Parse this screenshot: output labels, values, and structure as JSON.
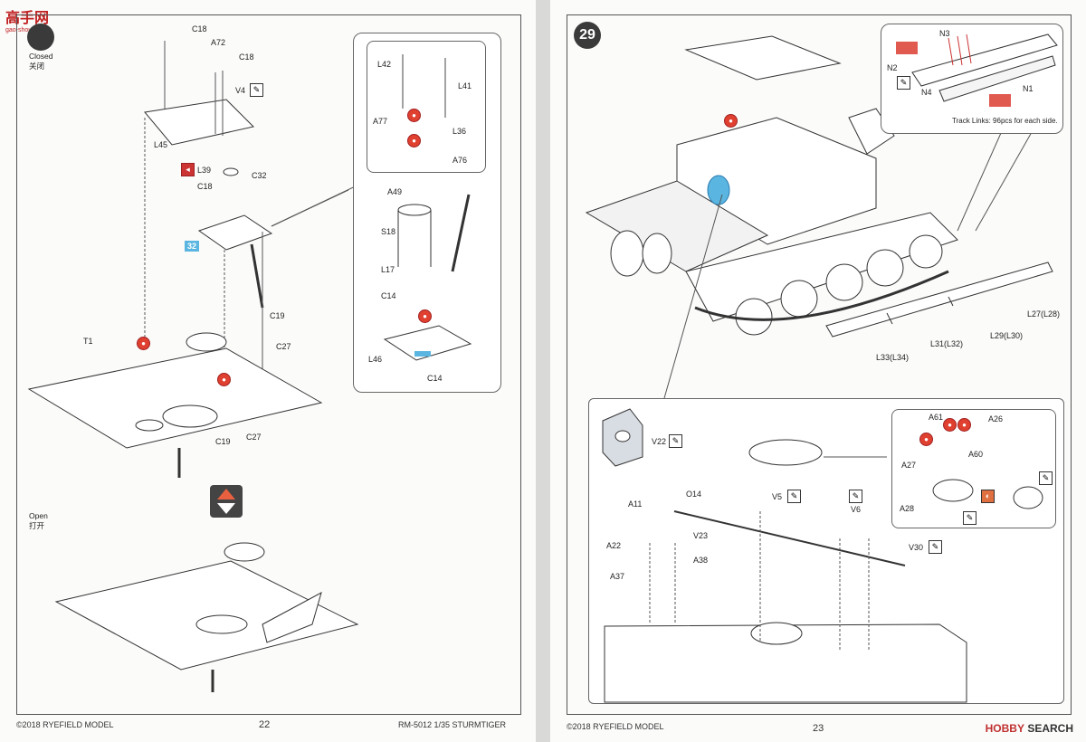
{
  "watermark": {
    "text": "高手网",
    "sub": "gao-shou.com"
  },
  "left_page": {
    "step_number": "",
    "closed_label": "Closed",
    "closed_label_cn": "关闭",
    "open_label": "Open",
    "open_label_cn": "打开",
    "step_ref": "32",
    "parts": [
      "C18",
      "A72",
      "C18",
      "V4",
      "L45",
      "L39",
      "C32",
      "C18",
      "C19",
      "C27",
      "T1",
      "C19",
      "C27"
    ],
    "callout_parts": [
      "L42",
      "L41",
      "A77",
      "L36",
      "A76",
      "A49",
      "S18",
      "L17",
      "C14",
      "L46",
      "C14"
    ],
    "footer_left": "©2018 RYEFIELD MODEL",
    "page_number": "22",
    "footer_right": "RM-5012 1/35 STURMTIGER"
  },
  "right_page": {
    "step_number": "29",
    "track_parts": [
      "N3",
      "N2",
      "N4",
      "N1"
    ],
    "track_note": "Track Links: 96pcs for each side.",
    "skirt_parts": [
      "L27(L28)",
      "L29(L30)",
      "L31(L32)",
      "L33(L34)"
    ],
    "sub_parts": [
      "V22",
      "A11",
      "O14",
      "V5",
      "V6",
      "A22",
      "V23",
      "A38",
      "A37",
      "V30"
    ],
    "hatch_parts": [
      "A61",
      "A26",
      "A27",
      "A60",
      "A28"
    ],
    "footer_left": "©2018 RYEFIELD MODEL",
    "page_number": "23",
    "logo_a": "HOBBY",
    "logo_b": "SEARCH"
  }
}
